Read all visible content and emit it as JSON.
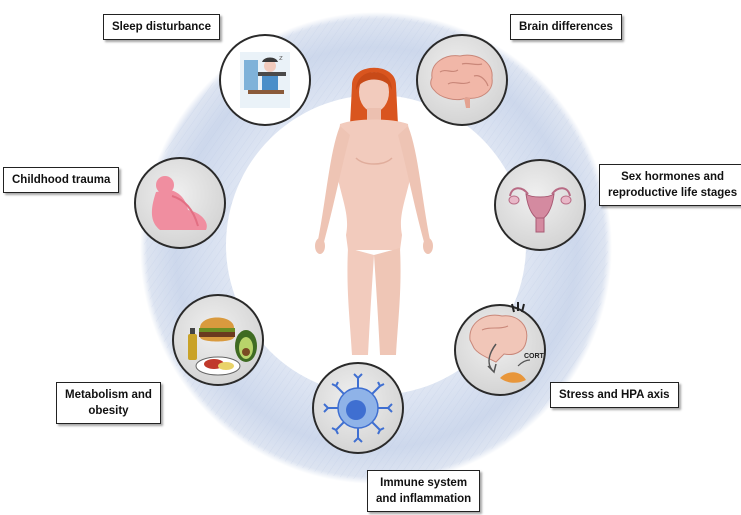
{
  "factors": {
    "sleep": {
      "label": "Sleep disturbance"
    },
    "brain": {
      "label": "Brain differences"
    },
    "trauma": {
      "label": "Childhood trauma"
    },
    "hormones": {
      "line1": "Sex hormones and",
      "line2": "reproductive life stages"
    },
    "metabolism": {
      "line1": "Metabolism and",
      "line2": "obesity"
    },
    "stress": {
      "label": "Stress and HPA axis",
      "cort": "CORT"
    },
    "immune": {
      "line1": "Immune system",
      "line2": "and inflammation"
    }
  },
  "colors": {
    "ring": "#c9d5ea",
    "ring_dark": "#aebfdd",
    "circle_fill": "#e4e4e4",
    "circle_stroke": "#2a2a2a",
    "body_skin": "#f2cbbd",
    "hair": "#d9551f",
    "brain": "#f1b7a8",
    "uterus": "#d48aa0",
    "trauma_figure": "#f08ea0",
    "immune_cell": "#8fb3e8",
    "immune_nucleus": "#3f6fd1"
  }
}
